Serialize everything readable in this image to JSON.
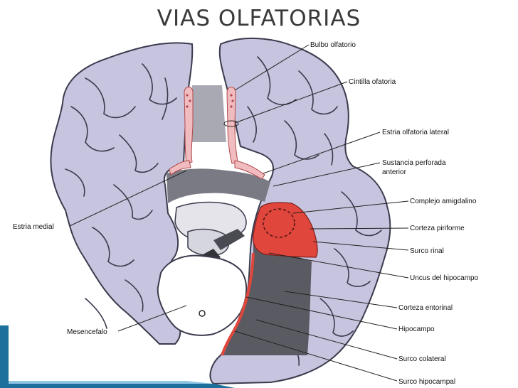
{
  "slide": {
    "title": "VIAS OLFATORIAS"
  },
  "labels": {
    "bulbo_olfatorio": "Bulbo olfatorio",
    "cintilla_olfatoria": "Cintilla ofatoria",
    "estria_olfatoria_lateral": "Estria olfatoria lateral",
    "sustancia_perforada_1": "Sustancia perforada",
    "sustancia_perforada_2": "anterior",
    "complejo_amigdalino": "Complejo amigdalino",
    "corteza_piriforme": "Corteza piriforme",
    "surco_rinal": "Surco rinal",
    "uncus_hipocampo": "Uncus del hipocampo",
    "corteza_entorinal": "Corteza entorinal",
    "hipocampo": "Hipocampo",
    "surco_colateral": "Surco colateral",
    "surco_hipocampal": "Surco hipocampal",
    "estria_medial": "Estria medial",
    "mesencefalo": "Mesencefalo"
  },
  "colors": {
    "brain": "#c6c4de",
    "brain_outline": "#3b3b4e",
    "cortex_red": "#e0463c",
    "dark_gray": "#5a5a62",
    "olfactory_pink": "#f1bcc0",
    "accent_blue": "#1d6f9c"
  }
}
